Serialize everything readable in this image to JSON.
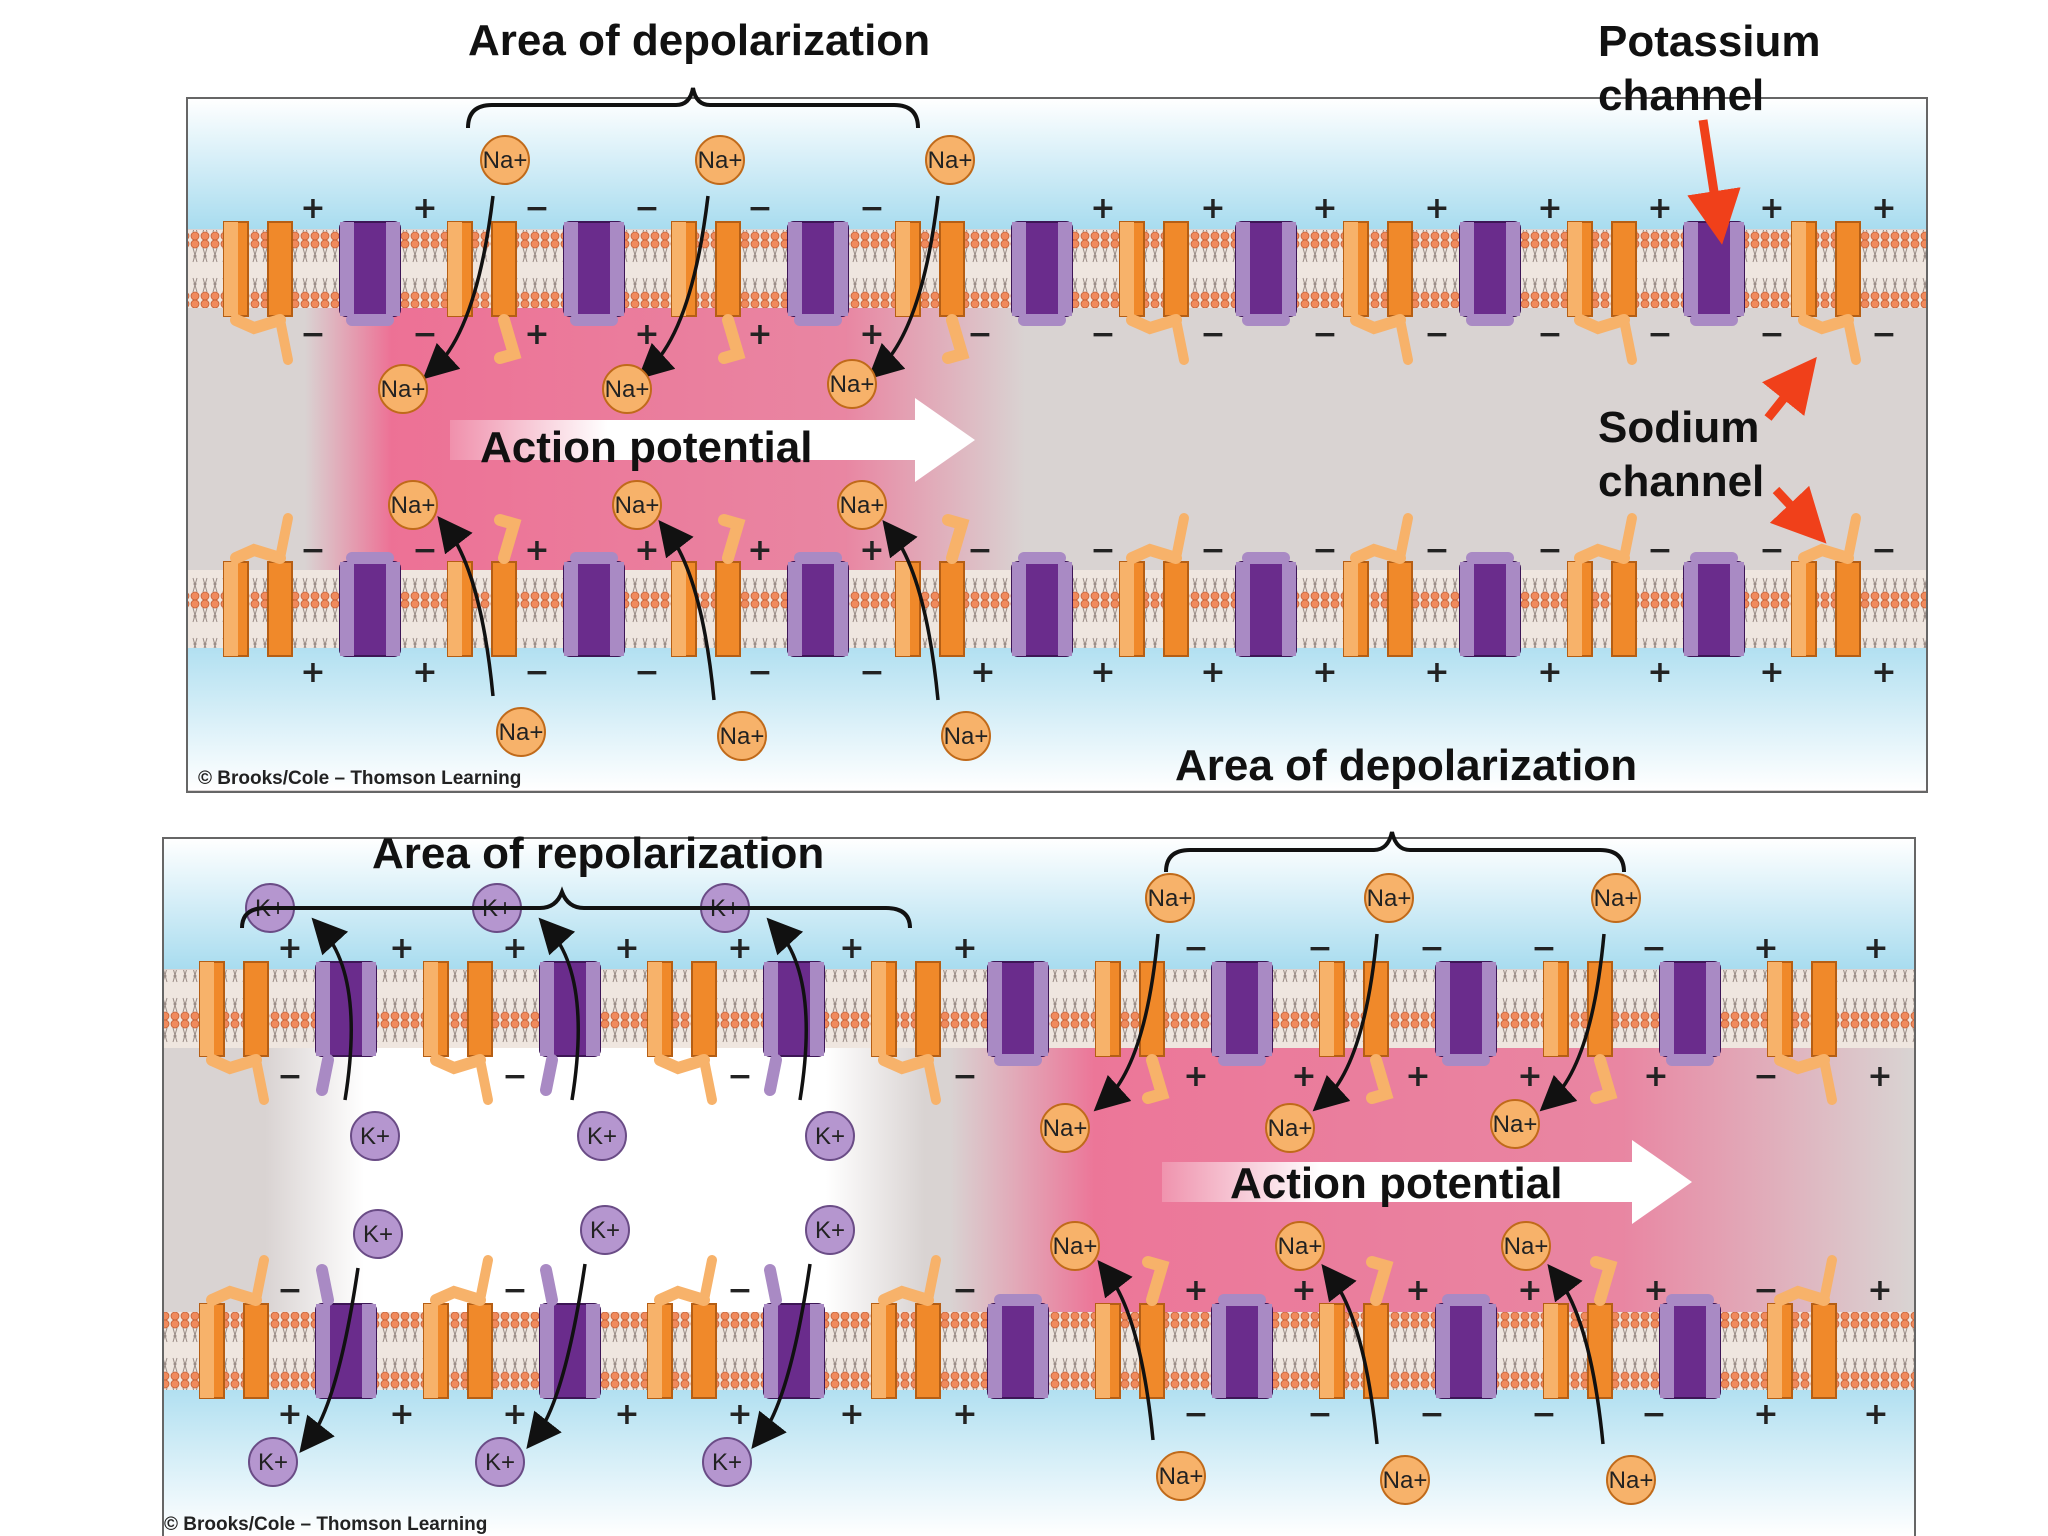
{
  "colors": {
    "sodium_channel": "#f0892a",
    "sodium_channel_light": "#f7b26a",
    "potassium_channel": "#6a2c8c",
    "potassium_channel_light": "#a98ac4",
    "lipid_head": "#f08a5c",
    "extracellular": "#a8dcef",
    "cytoplasm": "#d9d3d2",
    "depolarized": "#ee6c92",
    "repolarized": "#ffffff",
    "pointer_arrow": "#f0401a"
  },
  "panel_top": {
    "label_depolarization": "Area of depolarization",
    "label_action_potential": "Action potential",
    "label_potassium_channel": "Potassium\nchannel",
    "label_sodium_channel": "Sodium\nchannel",
    "ion_na": "Na+",
    "copyright": "© Brooks/Cole – Thomson Learning"
  },
  "panel_bottom": {
    "label_depolarization": "Area of depolarization",
    "label_repolarization": "Area of repolarization",
    "label_action_potential": "Action potential",
    "ion_na": "Na+",
    "ion_k": "K+",
    "copyright": "© Brooks/Cole – Thomson Learning"
  },
  "charges": {
    "positive": "+",
    "negative": "−"
  }
}
